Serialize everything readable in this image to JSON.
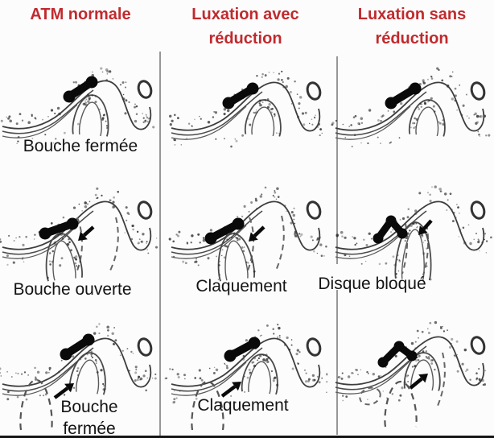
{
  "colors": {
    "accent_red": "#c02a2e",
    "ink": "#141414",
    "divider_gray": "#979797",
    "background": "#fcfcfc"
  },
  "headers": [
    {
      "lines": [
        "ATM normale"
      ]
    },
    {
      "lines": [
        "Luxation avec",
        "réduction"
      ]
    },
    {
      "lines": [
        "Luxation sans",
        "réduction"
      ]
    }
  ],
  "captions": {
    "r1c1": "Bouche fermée",
    "r2c1": "Bouche ouverte",
    "r2c2": "Claquement",
    "r2c3": "Disque bloqué",
    "r3c1": [
      "Bouche",
      "fermée"
    ],
    "r3c2": "Claquement"
  },
  "figures": [
    {
      "name": "tmj-normal-mouth-closed",
      "caption": "Bouche fermée"
    },
    {
      "name": "tmj-reducing-luxation-closed",
      "caption": ""
    },
    {
      "name": "tmj-nonreducing-luxation-closed",
      "caption": ""
    },
    {
      "name": "tmj-normal-mouth-open",
      "caption": "Bouche ouverte"
    },
    {
      "name": "tmj-reducing-luxation-opening-click",
      "caption": "Claquement"
    },
    {
      "name": "tmj-nonreducing-disc-blocked",
      "caption": "Disque bloqué"
    },
    {
      "name": "tmj-normal-closing",
      "caption": "Bouche fermée"
    },
    {
      "name": "tmj-reducing-luxation-closing-click",
      "caption": "Claquement"
    },
    {
      "name": "tmj-nonreducing-closing",
      "caption": ""
    }
  ]
}
